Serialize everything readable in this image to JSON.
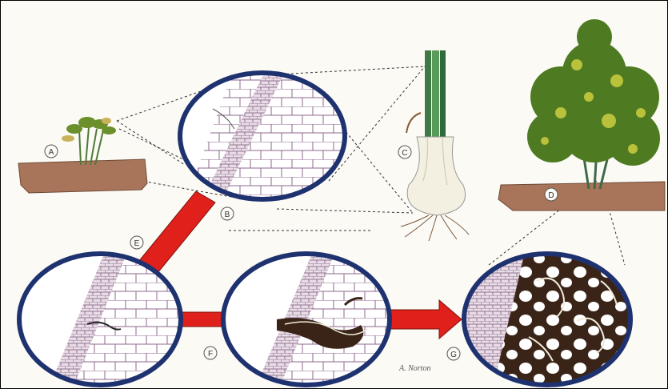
{
  "labels": {
    "a": "A",
    "b": "B",
    "c": "C",
    "d": "D",
    "e": "E",
    "f": "F",
    "g": "G"
  },
  "signature": "A. Norton",
  "colors": {
    "ring": "#1f3270",
    "arrow": "#e0201a",
    "soil": "#a9755a",
    "cell_outline": "#8e6a8e",
    "necrosis": "#3a2418",
    "leaf": "#6b8f2b",
    "stem": "#3f7a45"
  }
}
